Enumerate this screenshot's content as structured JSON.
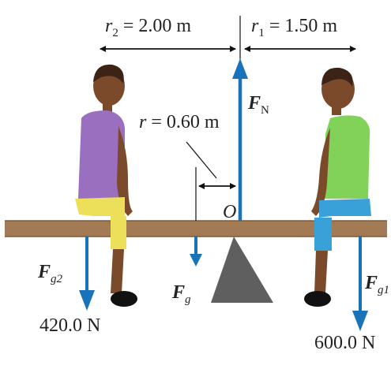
{
  "labels": {
    "r2": {
      "sym": "r",
      "sub": "2",
      "rest": " = 2.00 m"
    },
    "r1": {
      "sym": "r",
      "sub": "1",
      "rest": " = 1.50 m"
    },
    "r": {
      "sym": "r",
      "rest": " = 0.60 m"
    },
    "pivot": "O",
    "fn": {
      "sym": "F",
      "sub": "N"
    },
    "fg": {
      "sym": "F",
      "sub": "g"
    },
    "fg1": {
      "sym": "F",
      "sub": "g1"
    },
    "fg2": {
      "sym": "F",
      "sub": "g2"
    },
    "w1": "600.0 N",
    "w2": "420.0 N"
  },
  "colors": {
    "arrow": "#1a73b8",
    "plank": "#a27b55",
    "plank_dark": "#7d5a3a",
    "fulcrum": "#5f5f5f",
    "skin": "#7a4a2a",
    "hair": "#3b2416",
    "boy_left_shirt": "#9a6fc0",
    "boy_left_shorts": "#ecdf5a",
    "boy_right_shirt": "#82d25a",
    "boy_right_shorts": "#3aa0d8",
    "shoe": "#111111"
  }
}
